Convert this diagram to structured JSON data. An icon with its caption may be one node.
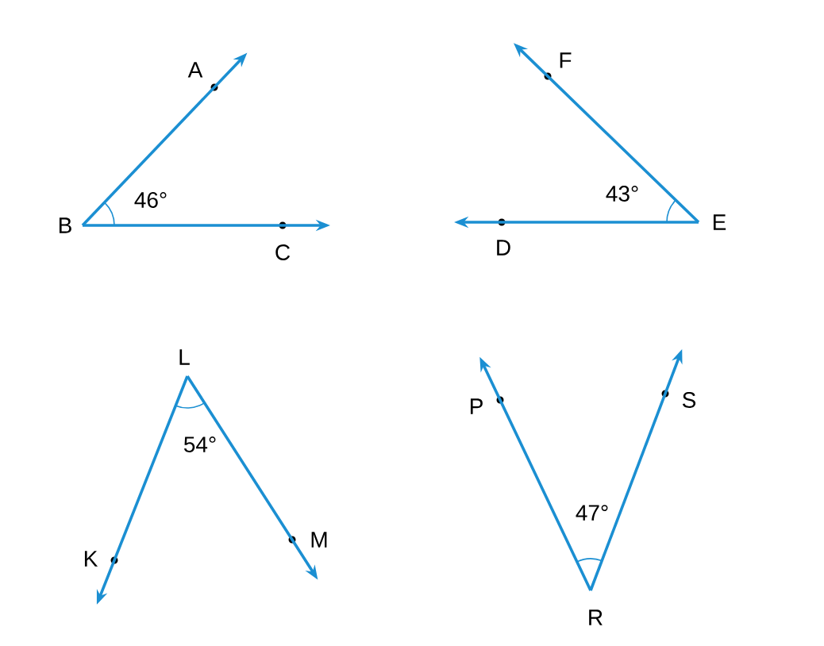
{
  "diagram": {
    "nodes": [
      {
        "text": [
          "B"
        ]
      },
      {
        "text": [],
        "shape": "dot",
        "beside": [
          "A"
        ]
      },
      {
        "text": [],
        "shape": "dot",
        "beside": [
          "C"
        ]
      },
      {
        "text": [
          "E"
        ]
      },
      {
        "text": [],
        "shape": "dot",
        "beside": [
          "F"
        ]
      },
      {
        "text": [],
        "shape": "dot",
        "beside": [
          "D"
        ]
      },
      {
        "text": [
          "L"
        ]
      },
      {
        "text": [],
        "shape": "dot",
        "beside": [
          "K"
        ]
      },
      {
        "text": [],
        "shape": "dot",
        "beside": [
          "M"
        ]
      },
      {
        "text": [],
        "shape": "dot",
        "beside": [
          "P"
        ]
      },
      {
        "text": [],
        "shape": "dot",
        "beside": [
          "S"
        ]
      },
      {
        "text": [
          "R"
        ]
      }
    ],
    "edges": [
      {
        "from": 0,
        "to": 1,
        "arrow": "to"
      },
      {
        "from": 0,
        "to": 2,
        "arrow": "to"
      },
      {
        "from": 3,
        "to": 4,
        "arrow": "to"
      },
      {
        "from": 3,
        "to": 5,
        "arrow": "to"
      },
      {
        "from": 6,
        "to": 7,
        "arrow": "to"
      },
      {
        "from": 6,
        "to": 8,
        "arrow": "to"
      },
      {
        "from": 11,
        "to": 9,
        "arrow": "to"
      },
      {
        "from": 11,
        "to": 10,
        "arrow": "to"
      }
    ],
    "labels": [
      "46°",
      "43°",
      "54°",
      "47°"
    ]
  }
}
